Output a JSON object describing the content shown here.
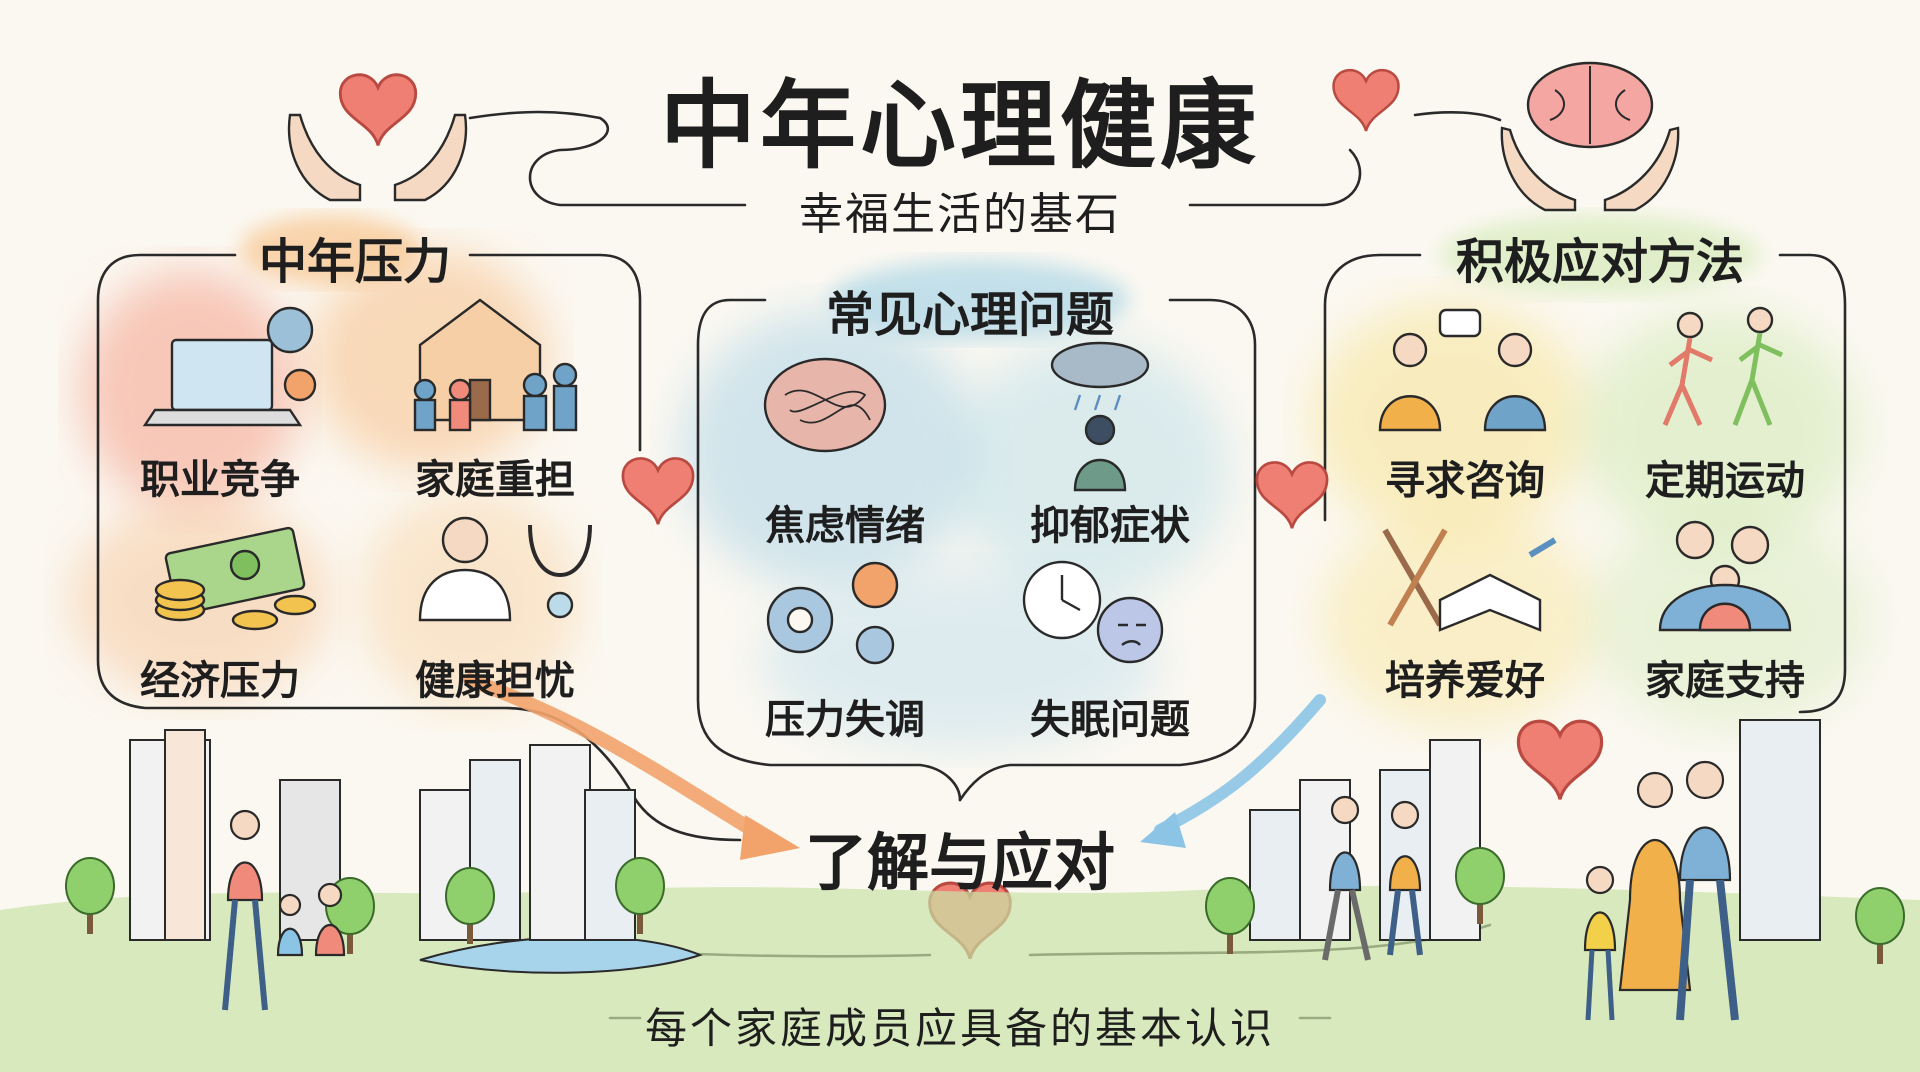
{
  "title": "中年心理健康",
  "subtitle": "幸福生活的基石",
  "sections": {
    "left": {
      "title": "中年压力",
      "items": [
        "职业竞争",
        "家庭重担",
        "经济压力",
        "健康担忧"
      ]
    },
    "middle": {
      "title": "常见心理问题",
      "items": [
        "焦虑情绪",
        "抑郁症状",
        "压力失调",
        "失眠问题"
      ]
    },
    "right": {
      "title": "积极应对方法",
      "items": [
        "寻求咨询",
        "定期运动",
        "培养爱好",
        "家庭支持"
      ]
    }
  },
  "center_label": "了解与应对",
  "bottom_label": "每个家庭成员应具备的基本认识",
  "colors": {
    "heart": "#ef7f73",
    "left_wash": "#f7c9a0",
    "middle_wash": "#bcdbe8",
    "right_wash": "#dbe9b4",
    "arrow_orange": "#f2a36b",
    "arrow_blue": "#8cc4e6",
    "ink": "#1e1e1e"
  },
  "icons": {
    "top_left": "heart-in-hands-icon",
    "top_right": "brain-in-hands-icon",
    "left": [
      "laptop-gears-icon",
      "family-house-icon",
      "money-coins-icon",
      "doctor-stethoscope-icon"
    ],
    "middle": [
      "tangled-brain-icon",
      "rain-cloud-sad-person-icon",
      "gears-icon",
      "clock-sleepy-face-icon"
    ],
    "right": [
      "counseling-conversation-icon",
      "running-people-icon",
      "brush-book-pen-icon",
      "family-hug-icon"
    ]
  }
}
